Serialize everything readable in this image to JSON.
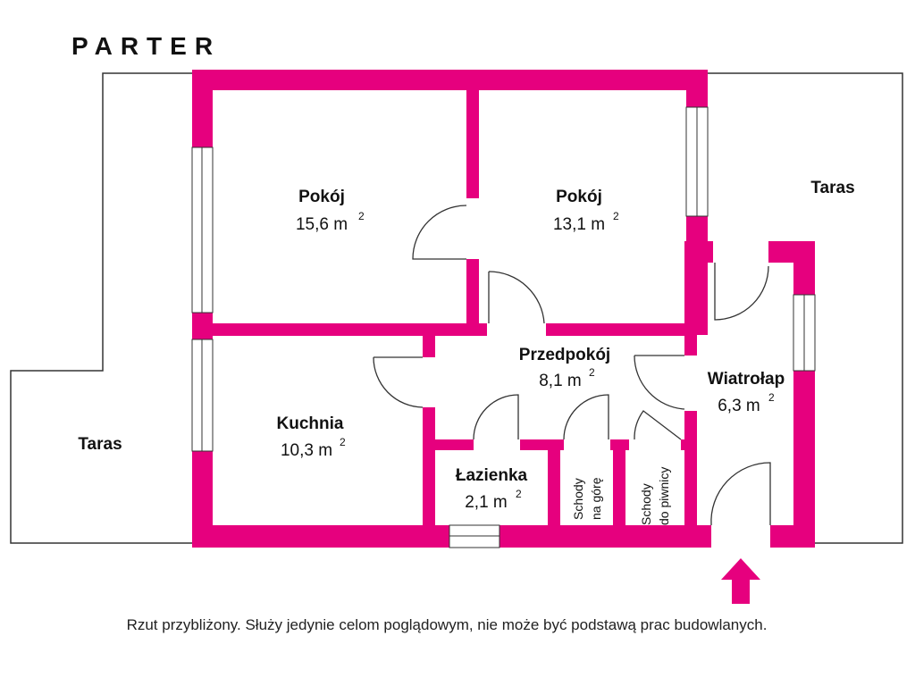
{
  "title": "PARTER",
  "caption": "Rzut przybliżony. Służy jedynie celom poglądowym, nie może być podstawą prac budowlanych.",
  "colors": {
    "wall": "#e6007e",
    "line": "#333333",
    "arrow": "#e6007e"
  },
  "rooms": {
    "pokoj1": {
      "name": "Pokój",
      "area": "15,6 m",
      "unit_sup": "2"
    },
    "pokoj2": {
      "name": "Pokój",
      "area": "13,1 m",
      "unit_sup": "2"
    },
    "przedpokoj": {
      "name": "Przedpokój",
      "area": "8,1 m",
      "unit_sup": "2"
    },
    "wiatrolap": {
      "name": "Wiatrołap",
      "area": "6,3 m",
      "unit_sup": "2"
    },
    "kuchnia": {
      "name": "Kuchnia",
      "area": "10,3 m",
      "unit_sup": "2"
    },
    "lazienka": {
      "name": "Łazienka",
      "area": "2,1 m",
      "unit_sup": "2"
    }
  },
  "stairs_up": {
    "line1": "Schody",
    "line2": "na górę"
  },
  "stairs_down": {
    "line1": "Schody",
    "line2": "do piwnicy"
  },
  "terrace_left": "Taras",
  "terrace_right": "Taras",
  "entrance_icon": "arrow-up-icon"
}
